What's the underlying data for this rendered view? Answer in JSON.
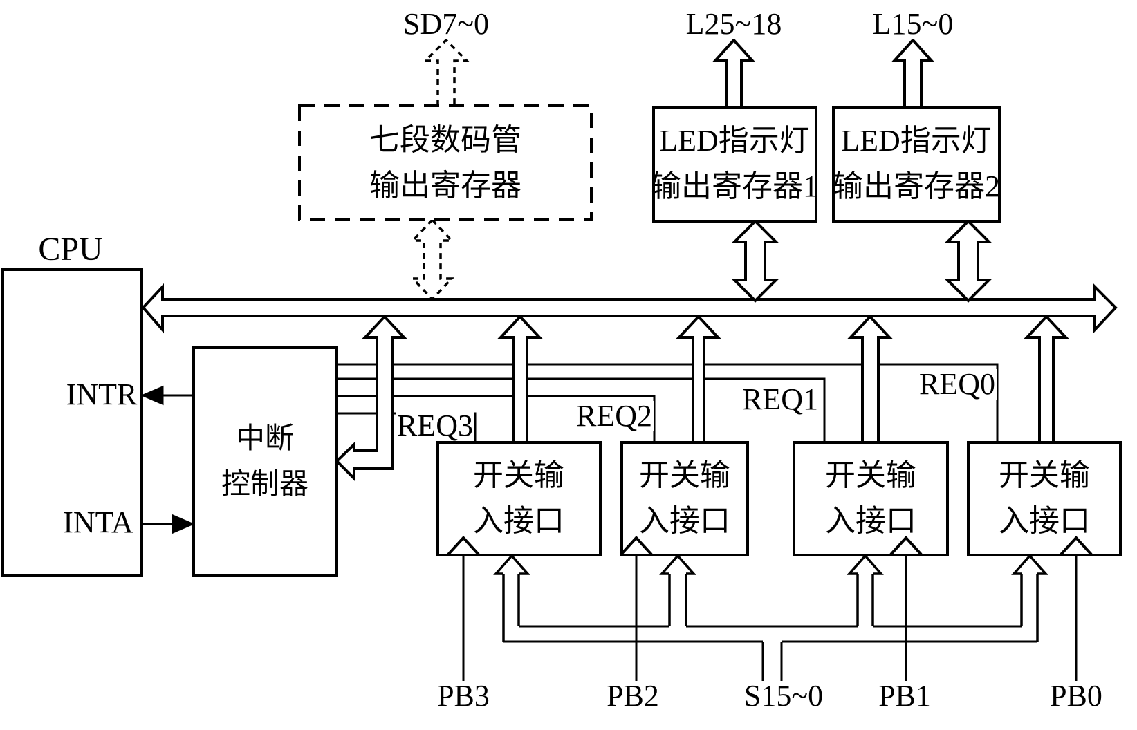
{
  "diagram": {
    "kind": "interrupt-io-block-diagram",
    "colors": {
      "line": "#000000",
      "background": "#ffffff"
    },
    "blocks": {
      "cpu": {
        "label": "CPU"
      },
      "seven_seg": {
        "line1": "七段数码管",
        "line2": "输出寄存器"
      },
      "led1": {
        "line1": "LED指示灯",
        "line2": "输出寄存器1"
      },
      "led2": {
        "line1": "LED指示灯",
        "line2": "输出寄存器2"
      },
      "intc": {
        "line1": "中断",
        "line2": "控制器"
      },
      "sw1": {
        "line1": "开关输",
        "line2": "入接口"
      },
      "sw2": {
        "line1": "开关输",
        "line2": "入接口"
      },
      "sw3": {
        "line1": "开关输",
        "line2": "入接口"
      },
      "sw4": {
        "line1": "开关输",
        "line2": "入接口"
      }
    },
    "signals": {
      "sd": "SD7~0",
      "l_hi": "L25~18",
      "l_lo": "L15~0",
      "intr": "INTR",
      "inta": "INTA",
      "req3": "REQ3",
      "req2": "REQ2",
      "req1": "REQ1",
      "req0": "REQ0",
      "pb3": "PB3",
      "pb2": "PB2",
      "s": "S15~0",
      "pb1": "PB1",
      "pb0": "PB0"
    }
  }
}
